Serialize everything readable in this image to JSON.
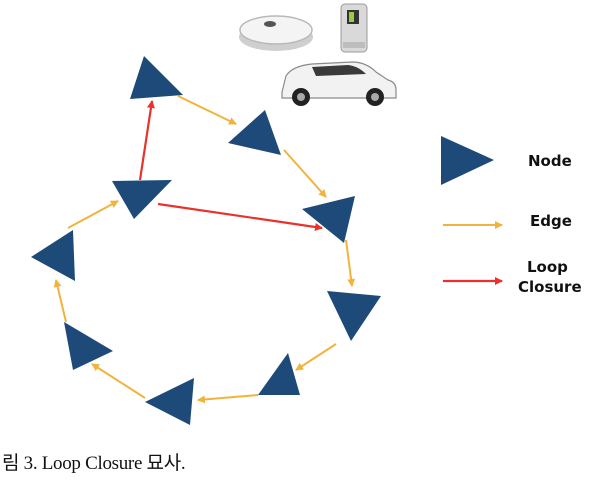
{
  "colors": {
    "node": "#1d4a78",
    "edge": "#f2b33a",
    "loop_closure": "#e8322b"
  },
  "icons": [
    "gnss-antenna-icon",
    "lidar-sensor-icon",
    "suv-car-icon"
  ],
  "legend": {
    "node_label": "Node",
    "edge_label": "Edge",
    "loop_label_line1": "Loop",
    "loop_label_line2": "Closure"
  },
  "caption": "림 3. Loop Closure 묘사."
}
